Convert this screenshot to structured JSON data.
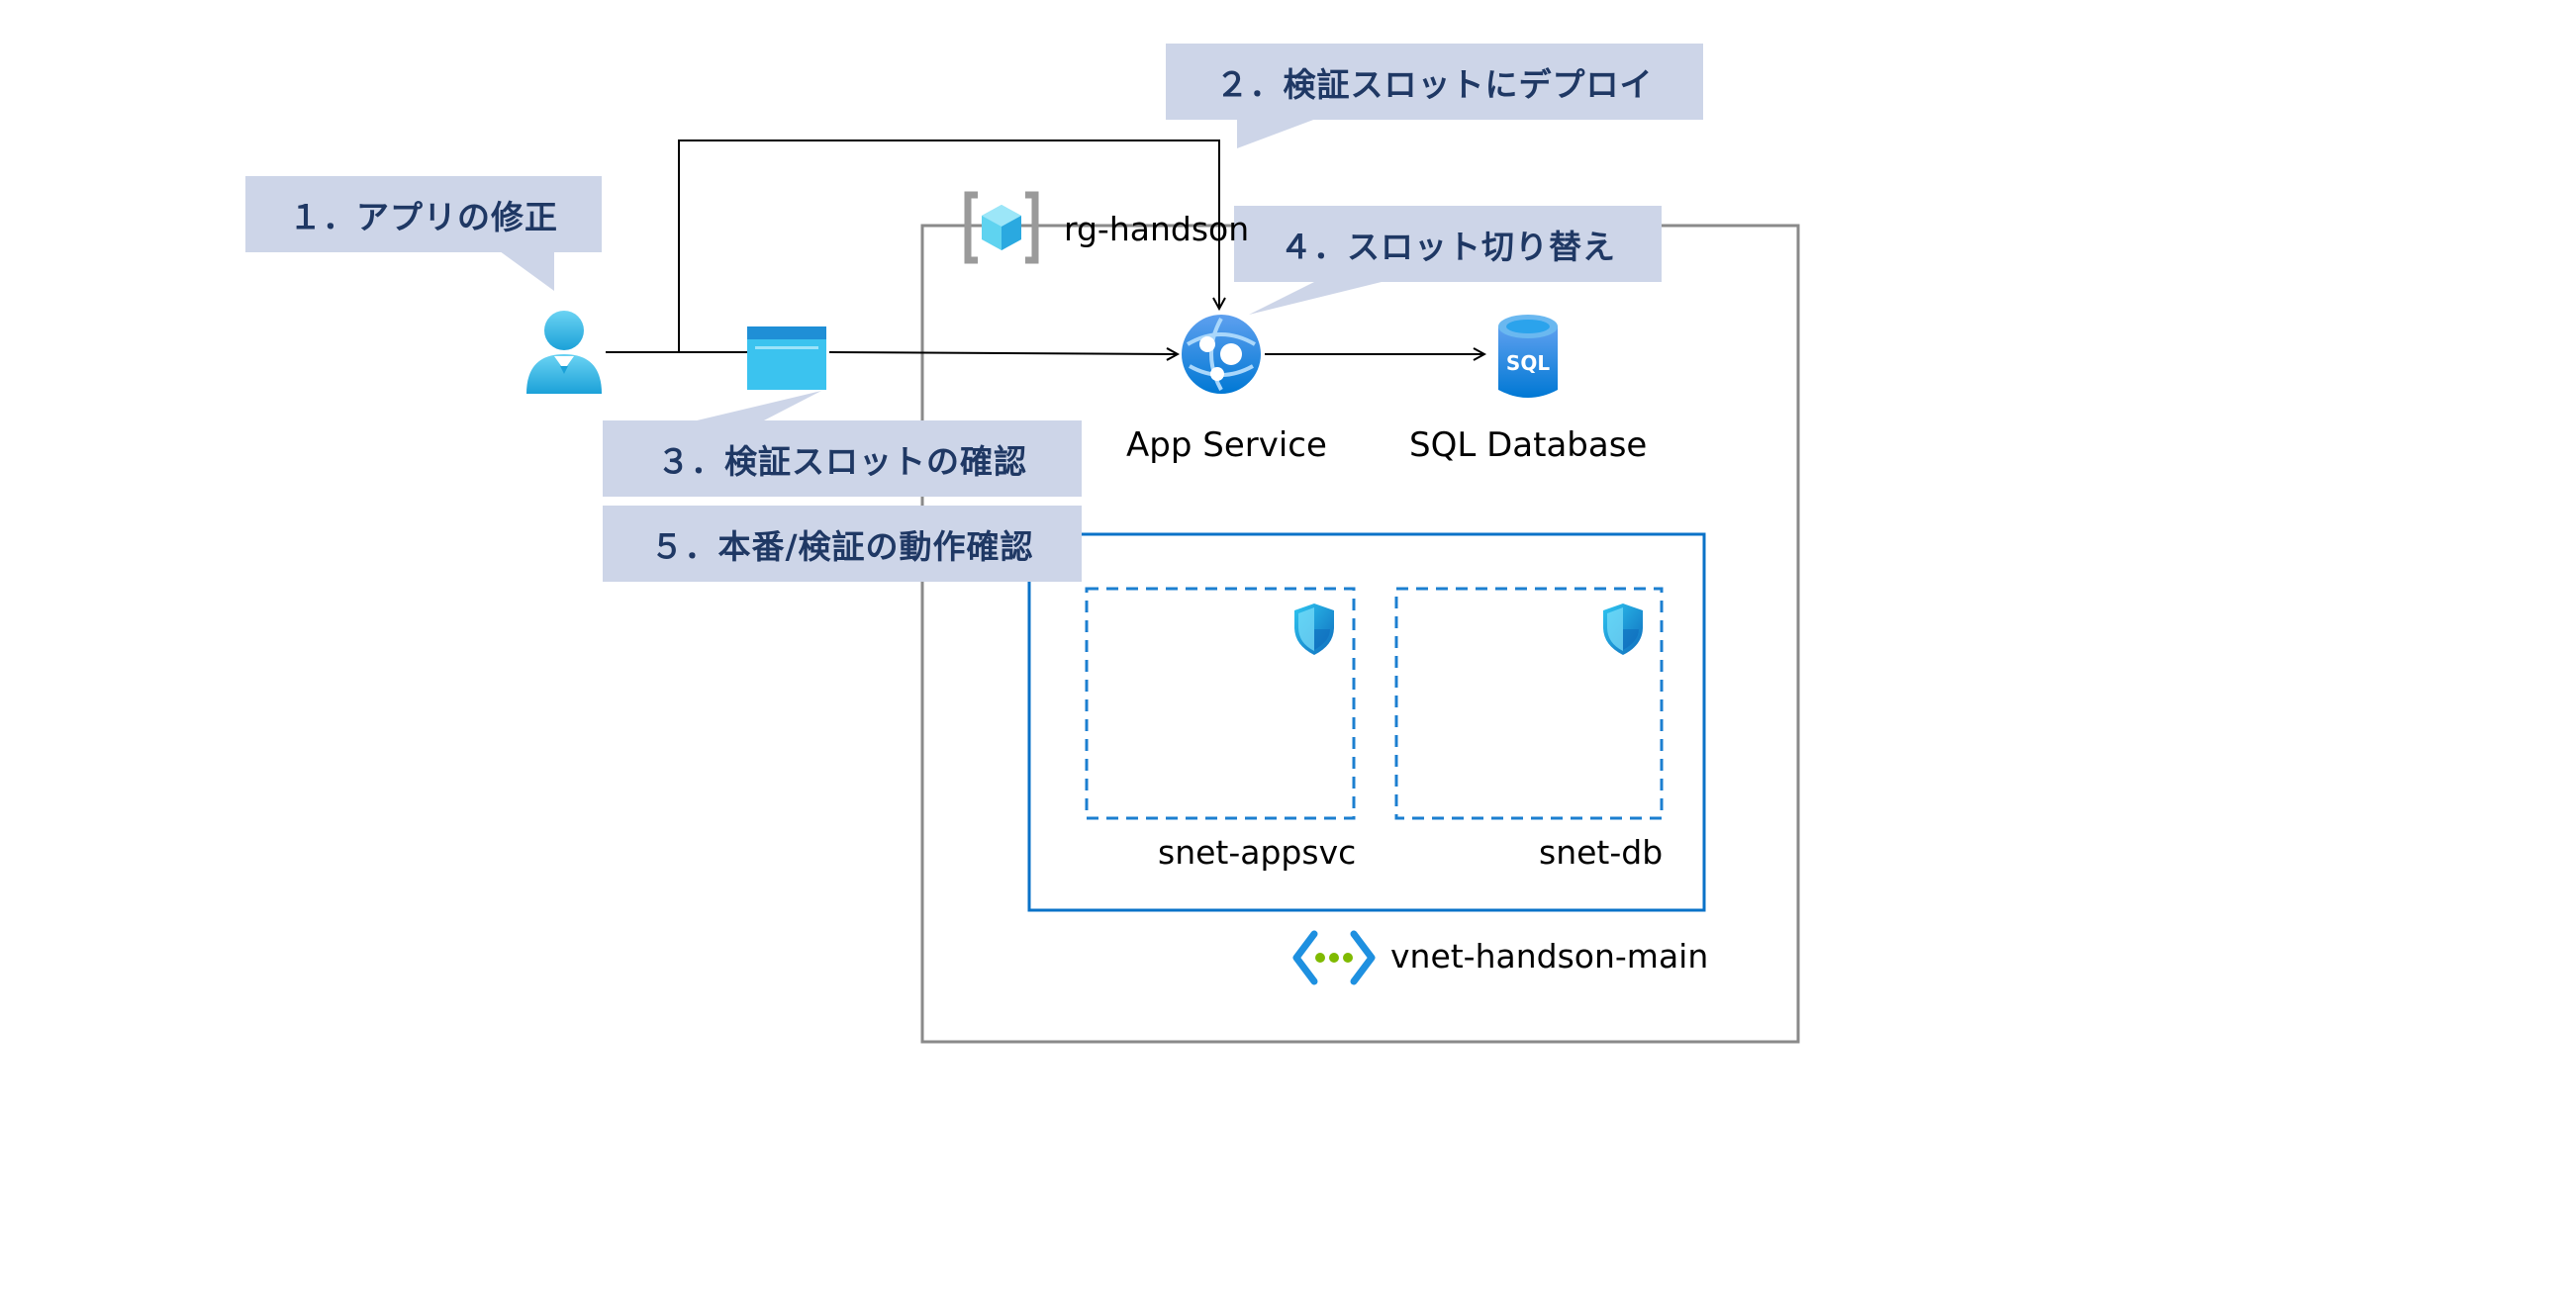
{
  "callouts": {
    "step1": "１．アプリの修正",
    "step2": "２．検証スロットにデプロイ",
    "step3": "３．検証スロットの確認",
    "step4": "４．スロット切り替え",
    "step5": "５．本番/検証の動作確認"
  },
  "resource_group": {
    "label": "rg-handson",
    "icon": "resource-group-icon"
  },
  "services": {
    "app_service": {
      "label": "App Service",
      "icon": "app-service-icon"
    },
    "sql_database": {
      "label": "SQL Database",
      "icon": "sql-database-icon",
      "badge": "SQL"
    }
  },
  "network": {
    "vnet": {
      "label": "vnet-handson-main",
      "icon": "virtual-network-icon"
    },
    "subnets": [
      {
        "label": "snet-appsvc",
        "icon": "nsg-shield-icon"
      },
      {
        "label": "snet-db",
        "icon": "nsg-shield-icon"
      }
    ]
  },
  "actors": {
    "user": {
      "icon": "user-icon"
    },
    "browser": {
      "icon": "browser-window-icon"
    }
  },
  "colors": {
    "callout_fill": "#cdd5e8",
    "callout_text": "#1f3864",
    "vnet_border": "#0a72c8",
    "rg_border": "#8a8a8a",
    "azure_blue": "#0078d4",
    "light_blue": "#32bfef"
  }
}
